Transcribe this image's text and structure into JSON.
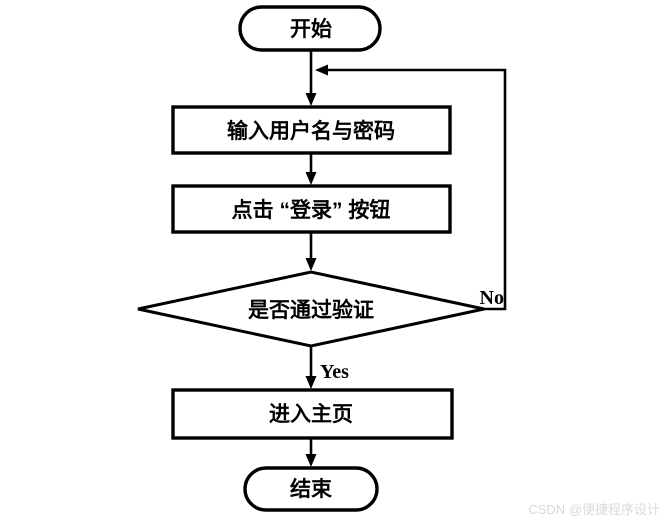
{
  "diagram": {
    "type": "flowchart",
    "background_color": "#ffffff",
    "stroke_color": "#000000",
    "nodes": [
      {
        "id": "start",
        "shape": "stadium",
        "label": "开始"
      },
      {
        "id": "input",
        "shape": "rect",
        "label": "输入用户名与密码"
      },
      {
        "id": "click",
        "shape": "rect",
        "label": "点击 “登录” 按钮"
      },
      {
        "id": "verify",
        "shape": "diamond",
        "label": "是否通过验证"
      },
      {
        "id": "home",
        "shape": "rect",
        "label": "进入主页"
      },
      {
        "id": "end",
        "shape": "stadium",
        "label": "结束"
      }
    ],
    "edges": [
      {
        "from": "start",
        "to": "input",
        "label": ""
      },
      {
        "from": "input",
        "to": "click",
        "label": ""
      },
      {
        "from": "click",
        "to": "verify",
        "label": ""
      },
      {
        "from": "verify",
        "to": "home",
        "label": "Yes"
      },
      {
        "from": "verify",
        "to": "input",
        "label": "No",
        "route": "right-side-loop-back"
      },
      {
        "from": "home",
        "to": "end",
        "label": ""
      }
    ],
    "edge_labels": {
      "yes": "Yes",
      "no": "No"
    }
  },
  "watermark": {
    "text": "CSDN @便捷程序设计",
    "color": "#d9d9d9"
  }
}
